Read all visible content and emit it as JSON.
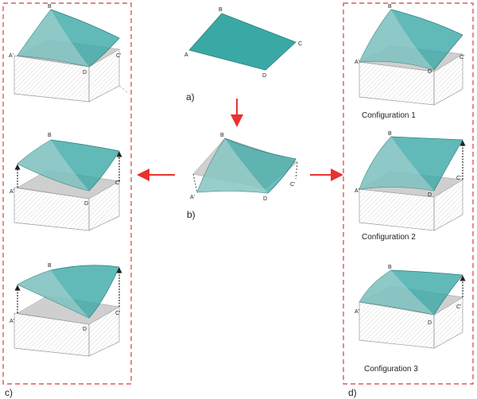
{
  "colors": {
    "teal": "#3aa9a6",
    "teal_light": "#8cc7c4",
    "shadow_grey": "#c9c9c9",
    "hatch": "#d4d4d4",
    "frame_red": "#d83b3b",
    "arrow_red": "#e8322f",
    "dark": "#222222"
  },
  "vertex_labels": {
    "a": "A",
    "b": "B",
    "c": "C",
    "d": "D",
    "a_prime": "A'",
    "c_prime": "C'"
  },
  "panel_labels": {
    "a": "a)",
    "b": "b)",
    "c": "c)",
    "d": "d)"
  },
  "configurations": [
    "Configuration 1",
    "Configuration 2",
    "Configuration 3"
  ]
}
